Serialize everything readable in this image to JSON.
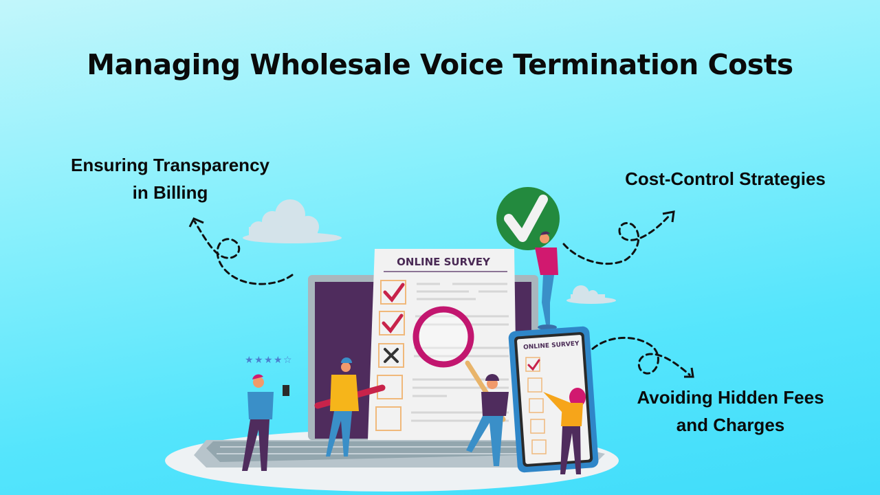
{
  "title": "Managing Wholesale Voice Termination Costs",
  "callouts": {
    "left": {
      "line1": "Ensuring Transparency",
      "line2": "in Billing"
    },
    "right_top": {
      "line1": "Cost-Control Strategies"
    },
    "right_bottom": {
      "line1": "Avoiding Hidden Fees",
      "line2": "and Charges"
    }
  },
  "illustration": {
    "survey_heading": "ONLINE SURVEY",
    "phone_survey_heading": "ONLINE SURVEY",
    "rating": {
      "filled_stars": 4,
      "total_stars": 5
    },
    "checklist": [
      "check",
      "check",
      "cross",
      "empty",
      "empty"
    ],
    "phone_checklist": [
      "check",
      "empty",
      "empty",
      "empty",
      "empty"
    ]
  },
  "colors": {
    "background_top": "#c2f6fb",
    "background_bottom": "#3fdcfa",
    "check_red": "#c8234a",
    "badge_green": "#238a3e",
    "screen_purple": "#4f2c5d",
    "magnifier_pink": "#c2166f",
    "phone_blue": "#2f86c8"
  }
}
